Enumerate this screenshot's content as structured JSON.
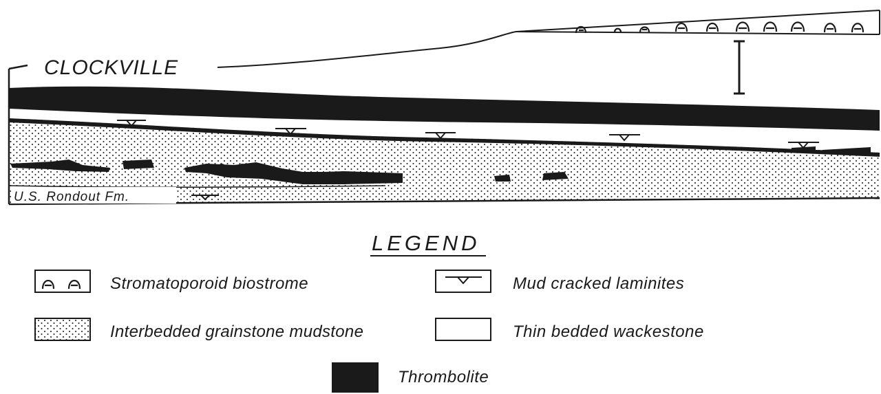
{
  "section": {
    "locality": "CLOCKVILLE",
    "base_unit": "U.S. Rondout Fm."
  },
  "legend": {
    "title": "LEGEND",
    "items": [
      {
        "key": "stromatoporoid",
        "label": "Stromatoporoid biostrome"
      },
      {
        "key": "mudcrack",
        "label": "Mud cracked laminites"
      },
      {
        "key": "grainstone",
        "label": "Interbedded grainstone mudstone"
      },
      {
        "key": "wackestone",
        "label": "Thin bedded wackestone"
      },
      {
        "key": "thrombolite",
        "label": "Thrombolite"
      }
    ]
  },
  "colors": {
    "ink": "#1a1a1a",
    "paper": "#ffffff"
  }
}
